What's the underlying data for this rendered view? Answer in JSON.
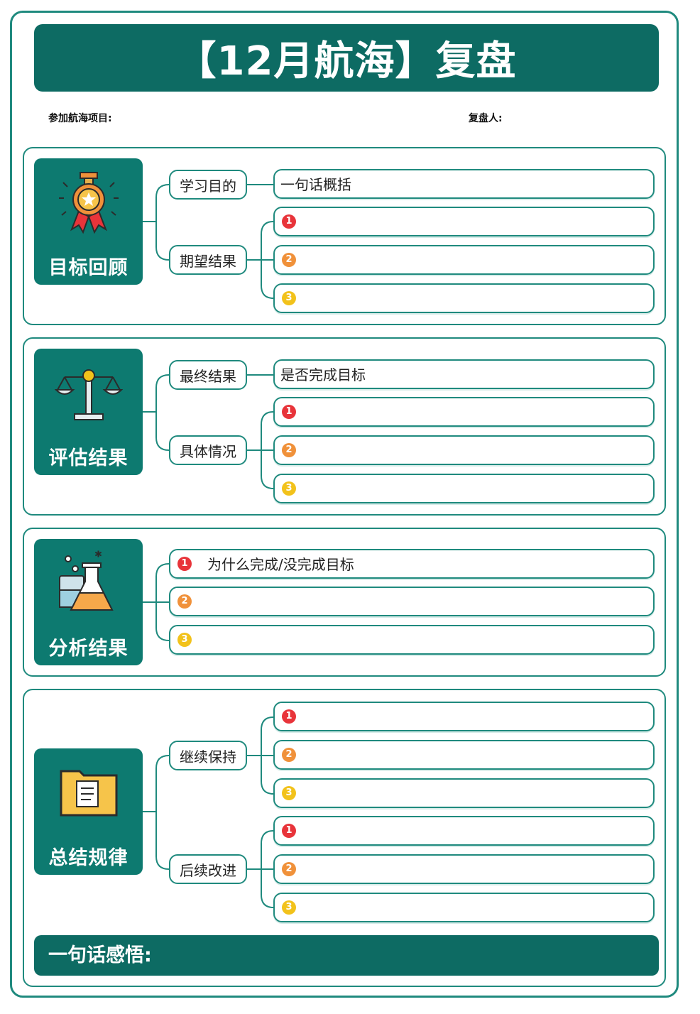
{
  "title": "【12月航海】复盘",
  "meta": {
    "project_label": "参加航海项目:",
    "reviewer_label": "复盘人:"
  },
  "sections": [
    {
      "label": "目标回顾",
      "icon": "medal-icon",
      "branches": [
        {
          "label": "学习目的",
          "item": "一句话概括"
        },
        {
          "label": "期望结果",
          "items": [
            "1",
            "2",
            "3"
          ]
        }
      ]
    },
    {
      "label": "评估结果",
      "icon": "scale-icon",
      "branches": [
        {
          "label": "最终结果",
          "item": "是否完成目标"
        },
        {
          "label": "具体情况",
          "items": [
            "1",
            "2",
            "3"
          ]
        }
      ]
    },
    {
      "label": "分析结果",
      "icon": "flask-icon",
      "items": [
        "为什么完成/没完成目标",
        "",
        ""
      ]
    },
    {
      "label": "总结规律",
      "icon": "folder-icon",
      "branches": [
        {
          "label": "继续保持"
        },
        {
          "label": "后续改进"
        }
      ]
    }
  ],
  "badges": [
    "1",
    "2",
    "3"
  ],
  "footer": "一句话感悟:",
  "colors": {
    "primary": "#0d6b63",
    "border": "#1f8a7e",
    "badge1": "#e8343a",
    "badge2": "#f0913a",
    "badge3": "#f2c21b"
  }
}
